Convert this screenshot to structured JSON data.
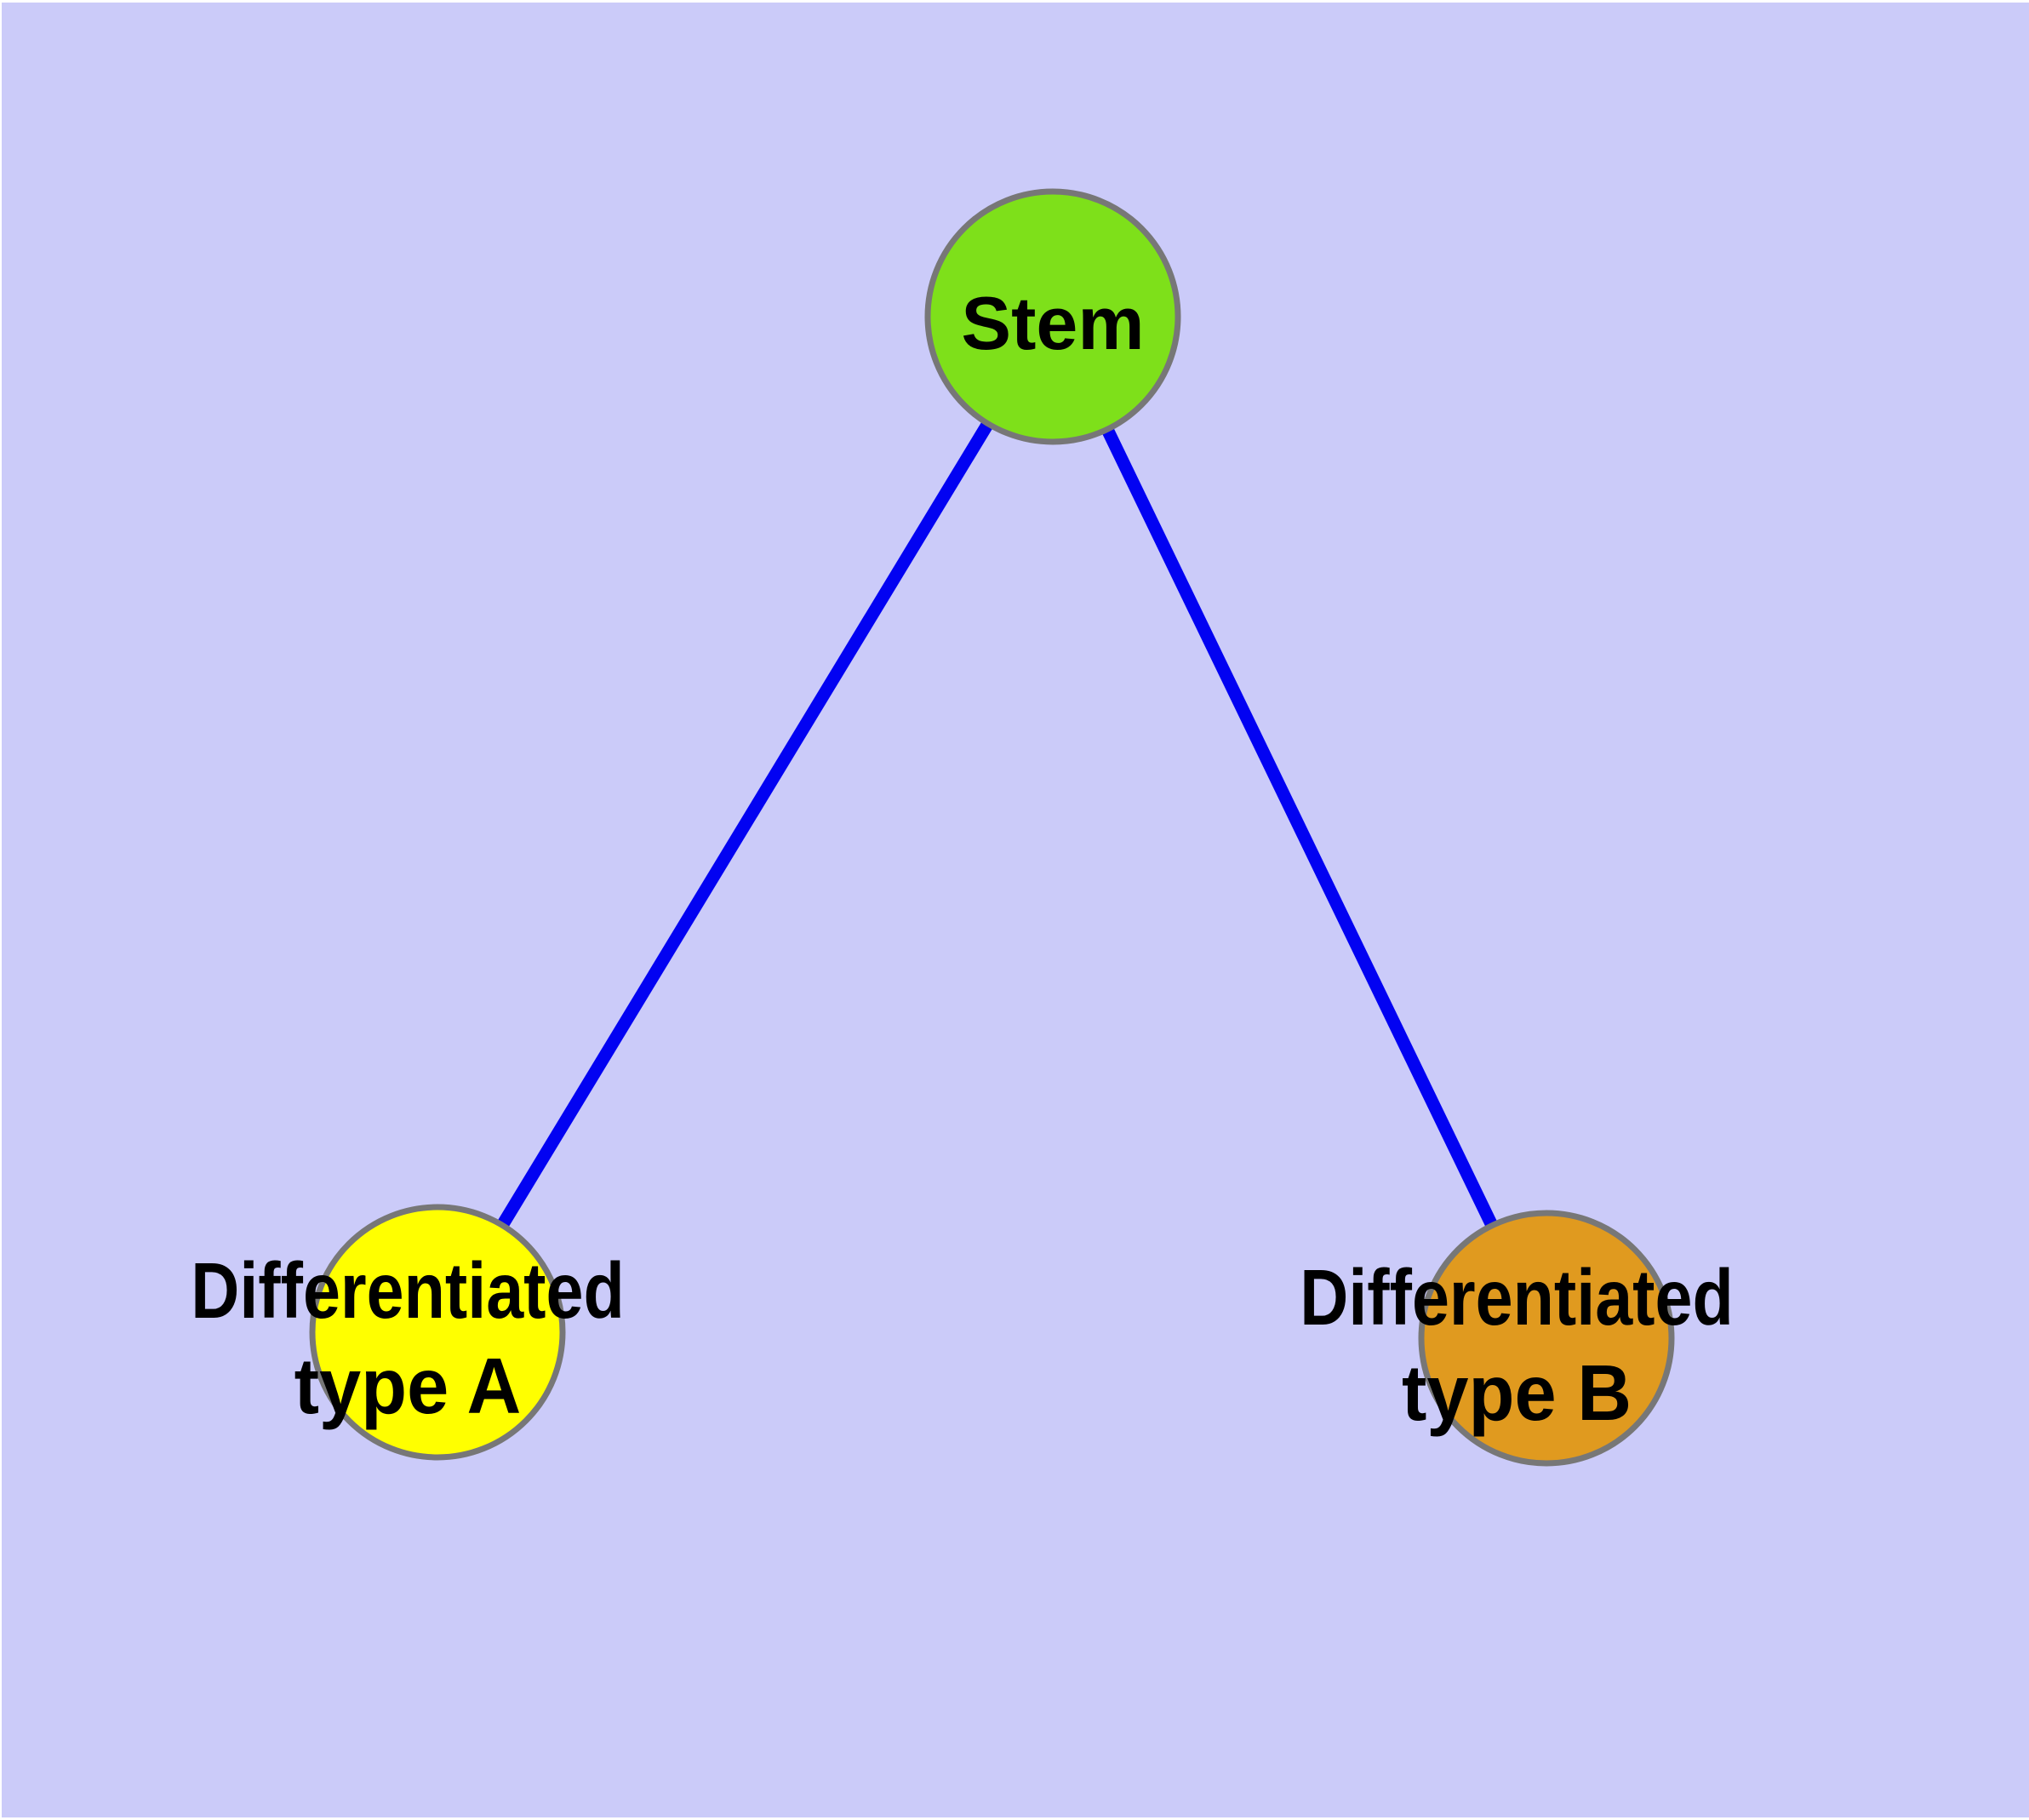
{
  "canvas": {
    "background_color": "#CBCBF9",
    "frame_color": "#FFFFFF"
  },
  "graph": {
    "edge_color": "#0202F2",
    "node_border_color": "#777777",
    "text_color": "#000000",
    "nodes": [
      {
        "id": "stem",
        "label": "Stem",
        "fill": "#7EE01A"
      },
      {
        "id": "diff-a",
        "label_line1": "Differentiated",
        "label_line2": "type A",
        "fill": "#FFFF00"
      },
      {
        "id": "diff-b",
        "label_line1": "Differentiated",
        "label_line2": "type B",
        "fill": "#E09A1F"
      }
    ],
    "edges": [
      {
        "from": "stem",
        "to": "diff-a"
      },
      {
        "from": "stem",
        "to": "diff-b"
      }
    ]
  }
}
